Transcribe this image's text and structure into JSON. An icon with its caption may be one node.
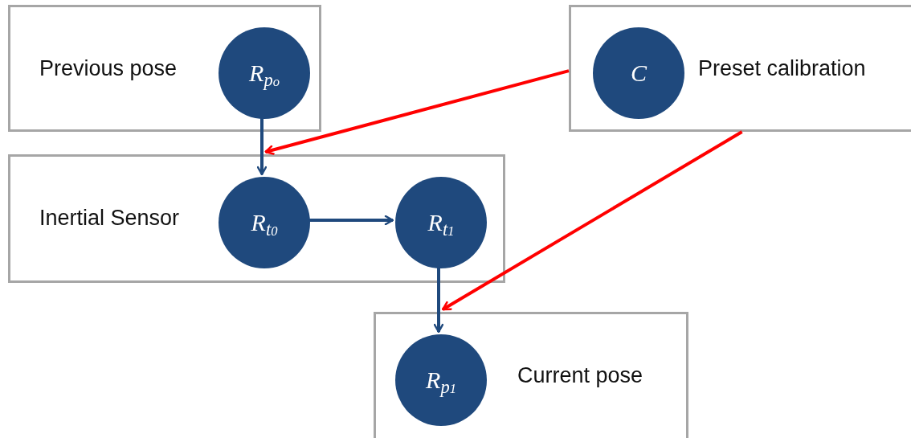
{
  "diagram": {
    "nodes": [
      {
        "text": [
          "Previous pose"
        ]
      },
      {
        "text": [
          "R$_{p}$$_{o}$"
        ],
        "in": 0
      },
      {
        "text": [
          "Preset calibration"
        ]
      },
      {
        "text": [
          "C"
        ],
        "in": 2
      },
      {
        "text": [
          "Inertial Sensor"
        ]
      },
      {
        "text": [
          "R$_{t}$$_{0}$"
        ],
        "in": 4
      },
      {
        "text": [
          "R$_{t}$$_{1}$"
        ],
        "in": 4
      },
      {
        "text": [
          "Current pose"
        ]
      },
      {
        "text": [
          "R$_{p}$$_{1}$"
        ],
        "in": 7
      }
    ],
    "edges": [
      {
        "from": 1,
        "to": 5,
        "arrow": "to"
      },
      {
        "from": 5,
        "to": 6,
        "arrow": "to"
      },
      {
        "from": 6,
        "to": 8,
        "arrow": "to"
      },
      {
        "from": 2,
        "to": 4,
        "arrow": "to",
        "color": "#ff0000"
      },
      {
        "from": 2,
        "to": 7,
        "arrow": "to",
        "color": "#ff0000"
      }
    ]
  }
}
